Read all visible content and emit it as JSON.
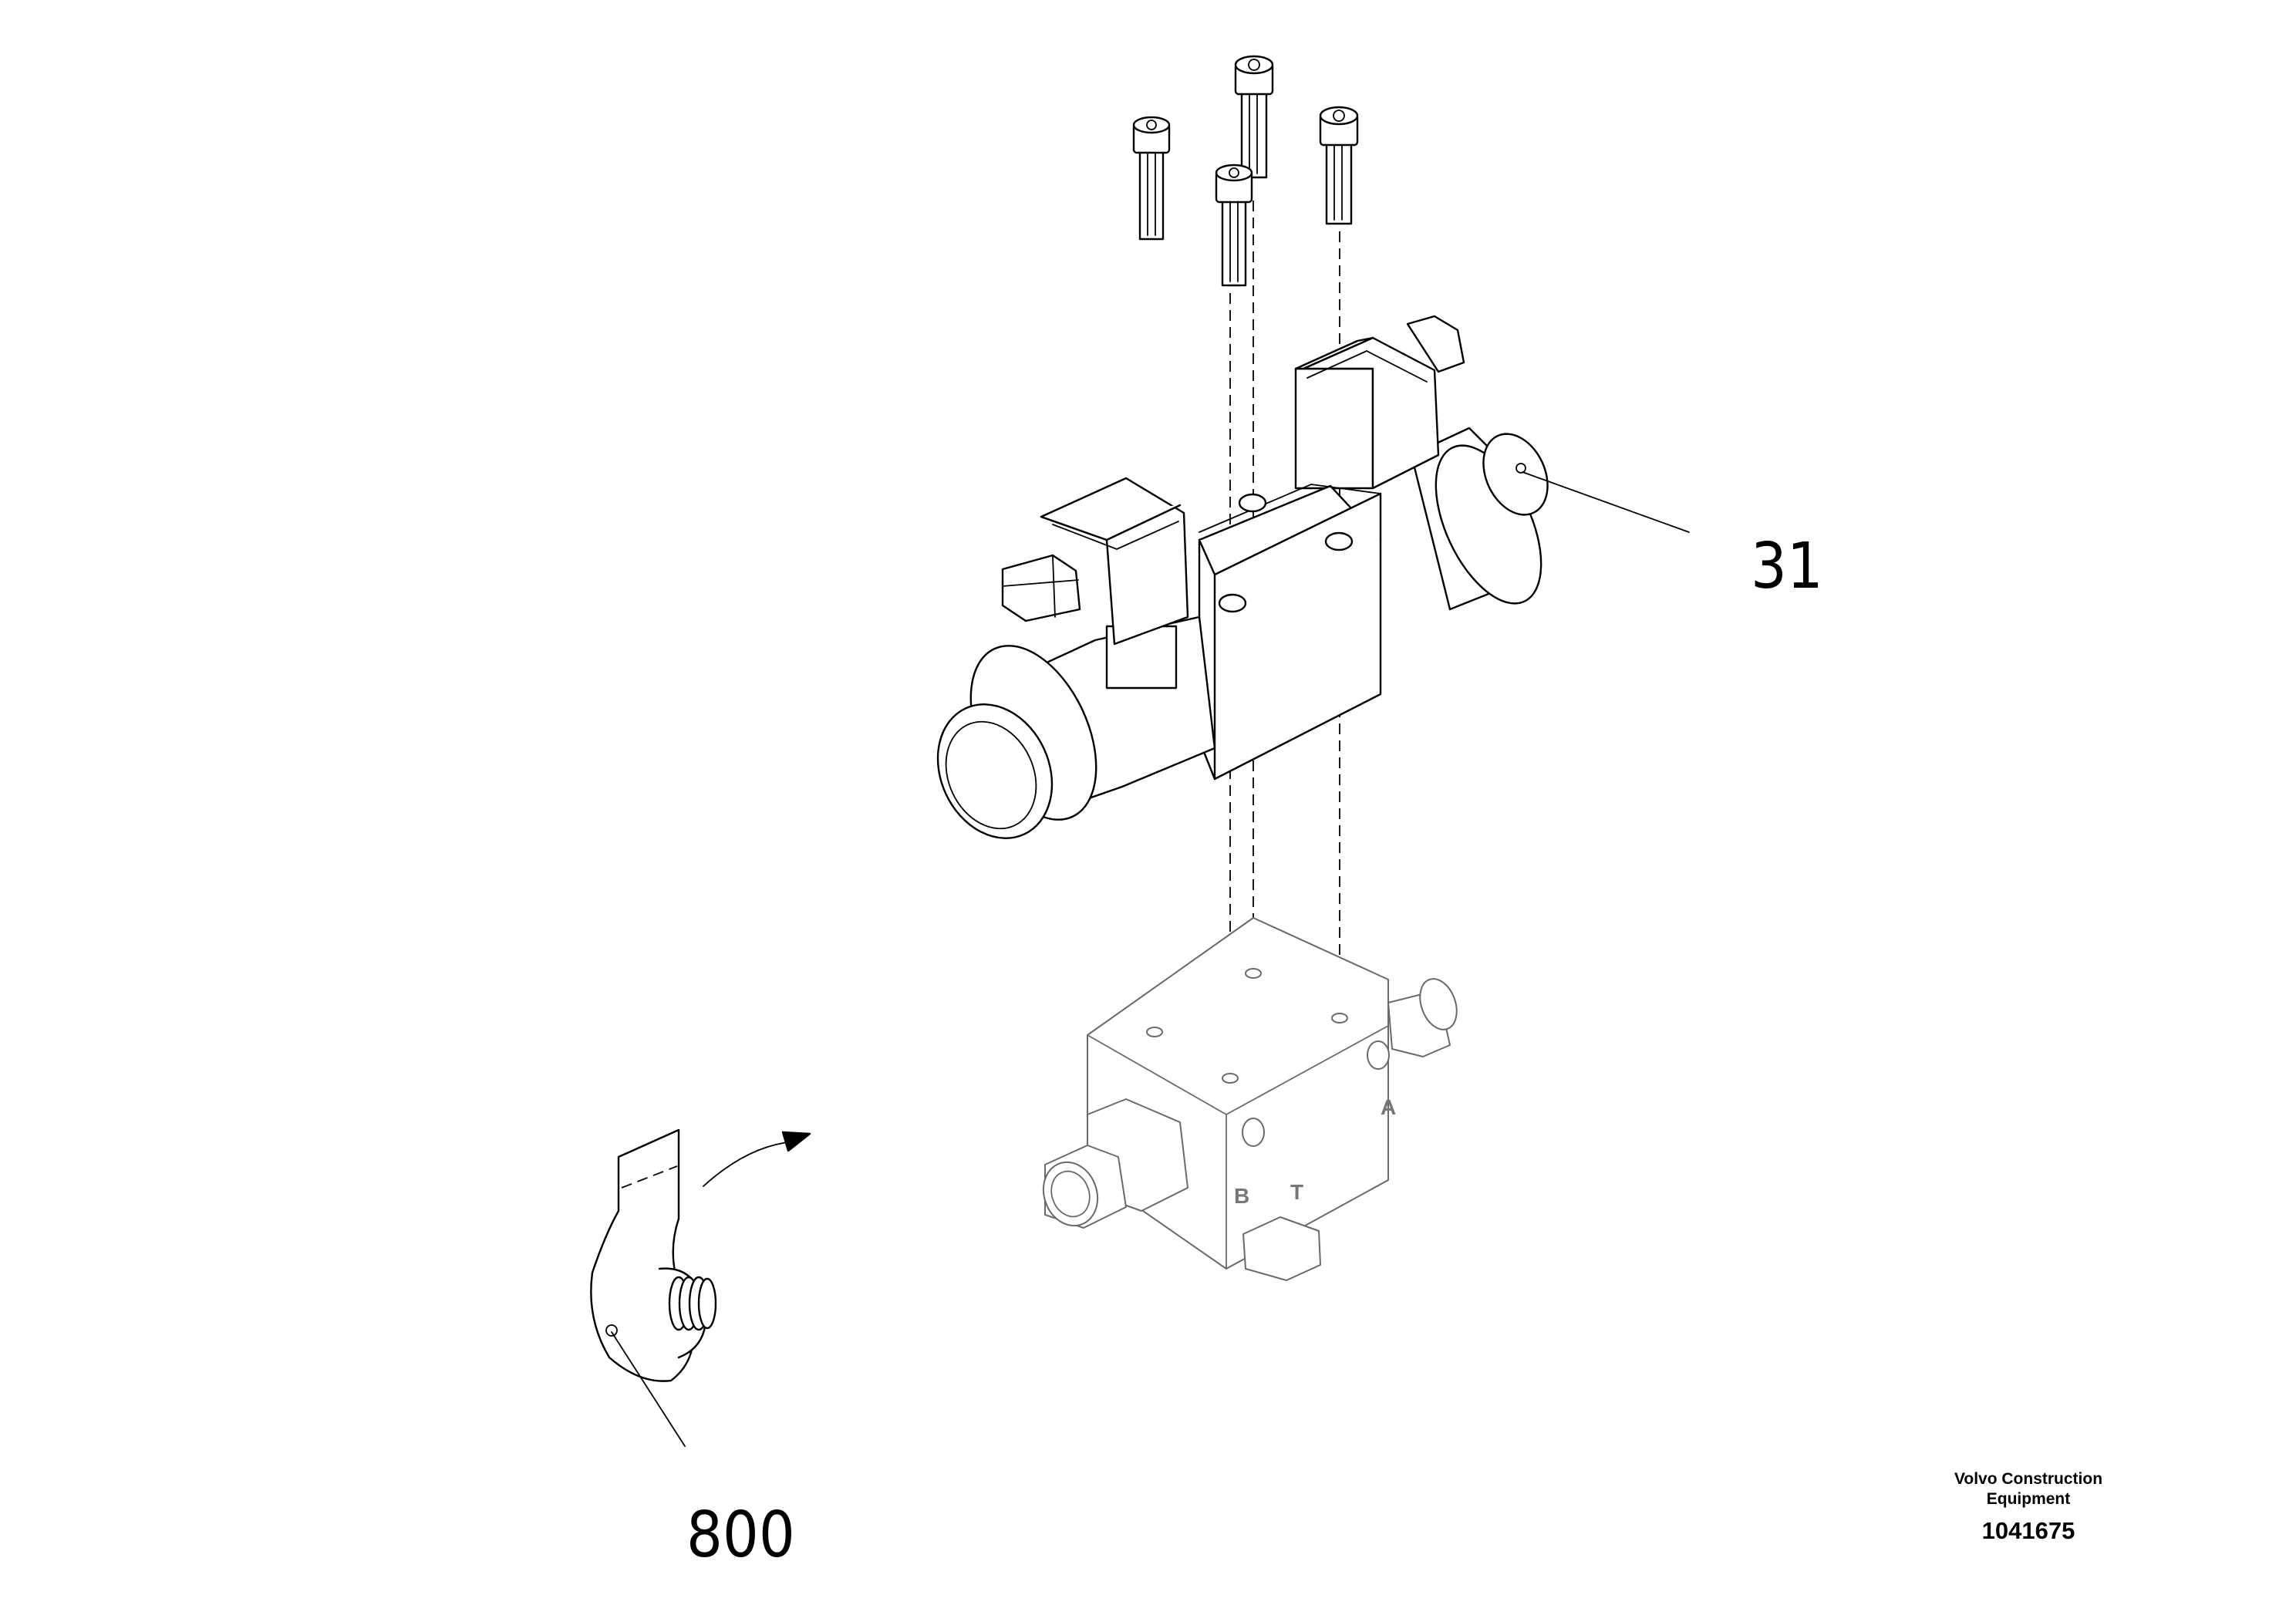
{
  "callouts": {
    "valve": "31",
    "spring": "800"
  },
  "ports": {
    "a": "A",
    "b": "B",
    "t": "T"
  },
  "footer": {
    "brand_line1": "Volvo Construction",
    "brand_line2": "Equipment",
    "drawing_number": "1041675"
  }
}
